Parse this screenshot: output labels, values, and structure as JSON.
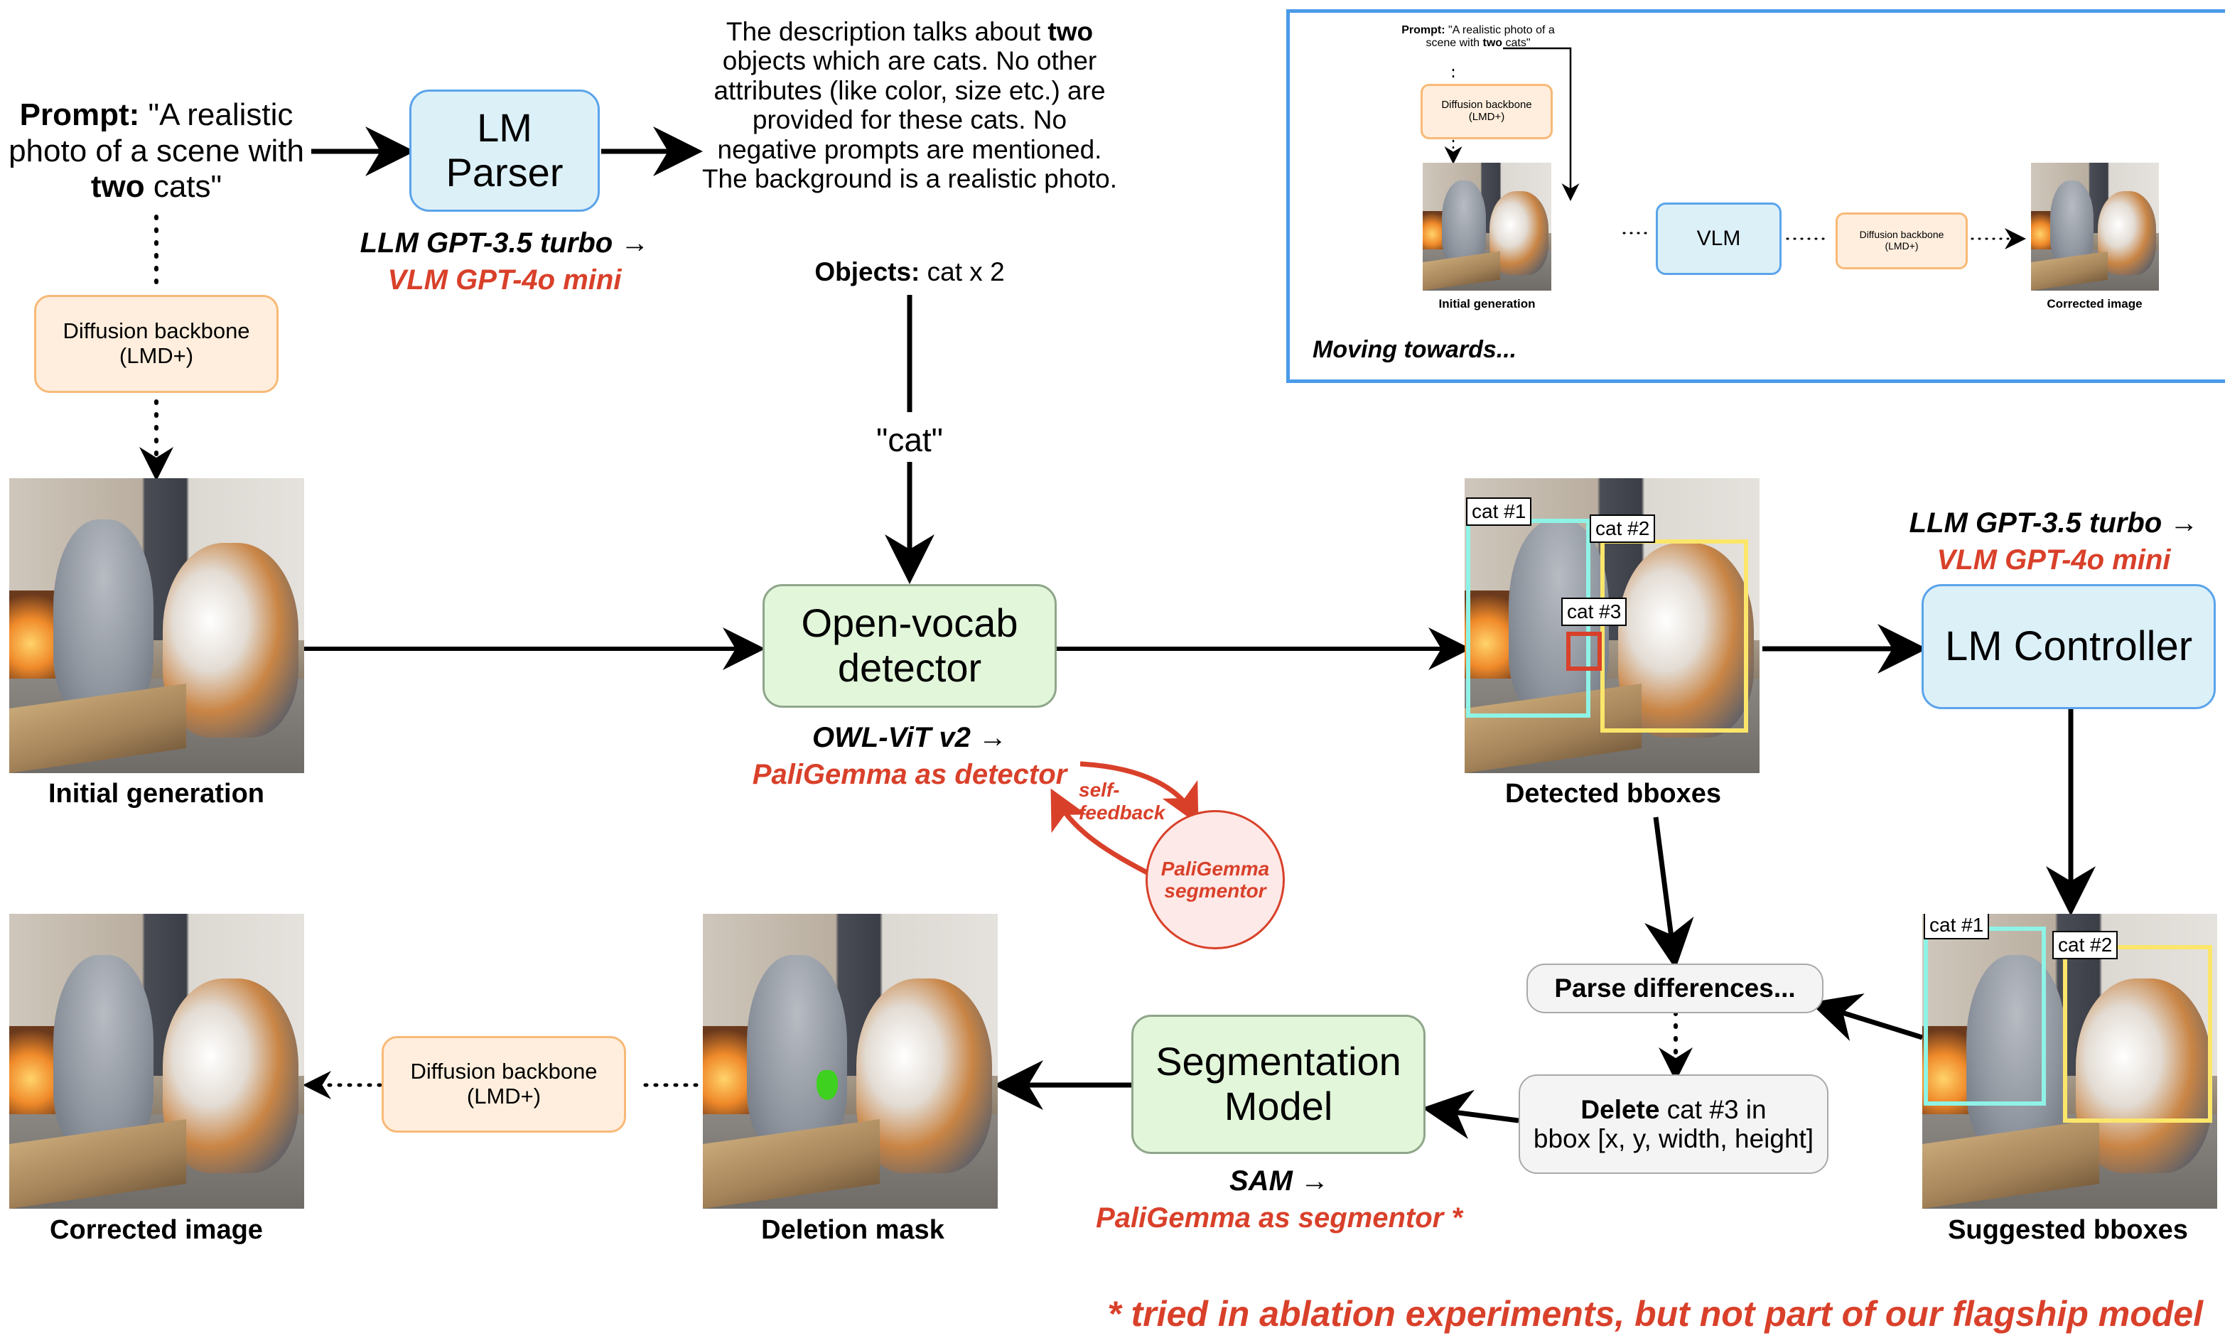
{
  "prompt": {
    "label": "Prompt:",
    "text_pre": "\"A realistic photo of a scene with ",
    "text_bold": "two",
    "text_post": " cats\""
  },
  "lm_parser": {
    "line1": "LM",
    "line2": "Parser",
    "model_old": "LLM GPT-3.5 turbo →",
    "model_new": "VLM GPT-4o mini"
  },
  "parser_output": {
    "pre": "The description talks about ",
    "bold": "two",
    "post": " objects which are cats. No other attributes (like color, size etc.) are provided for these cats. No negative prompts are mentioned. The background is a realistic photo.",
    "objects_label": "Objects:",
    "objects_value": " cat x 2"
  },
  "query": "\"cat\"",
  "diffusion": {
    "line1": "Diffusion backbone",
    "line2": "(LMD+)"
  },
  "detector": {
    "line1": "Open-vocab",
    "line2": "detector",
    "model_old": "OWL-ViT v2 →",
    "model_new": "PaliGemma as detector"
  },
  "self_feedback": {
    "label": "self-\nfeedback",
    "segmentor_line1": "PaliGemma",
    "segmentor_line2": "segmentor"
  },
  "controller": {
    "label": "LM Controller",
    "model_old": "LLM GPT-3.5 turbo →",
    "model_new": "VLM GPT-4o mini"
  },
  "parse_diff": "Parse differences...",
  "delete_op": {
    "bold": "Delete",
    "text": " cat #3 in",
    "line2": "bbox [x, y, width, height]"
  },
  "segmentation": {
    "line1": "Segmentation",
    "line2": "Model",
    "model_old": "SAM →",
    "model_new": "PaliGemma as segmentor *"
  },
  "captions": {
    "initial": "Initial generation",
    "detected": "Detected bboxes",
    "suggested": "Suggested bboxes",
    "mask": "Deletion mask",
    "corrected": "Corrected image"
  },
  "detected_tags": [
    "cat #1",
    "cat #2",
    "cat #3"
  ],
  "suggested_tags": [
    "cat #1",
    "cat #2"
  ],
  "bbox_colors": {
    "cat1": "#8ef3e6",
    "cat2": "#fbe66a",
    "cat3": "#d9402a"
  },
  "inset": {
    "prompt_label": "Prompt:",
    "prompt_pre": "\"A realistic photo of a",
    "prompt_line2_pre": "scene with ",
    "prompt_bold": "two",
    "prompt_post": " cats\"",
    "vlm": "VLM",
    "diffusion_line1": "Diffusion backbone",
    "diffusion_line2": "(LMD+)",
    "caption_initial": "Initial generation",
    "caption_corrected": "Corrected image",
    "title": "Moving towards..."
  },
  "footnote": "* tried in ablation experiments, but not part of our flagship model",
  "colors": {
    "accent_red": "#d9402a",
    "inset_border": "#4a9be8"
  }
}
